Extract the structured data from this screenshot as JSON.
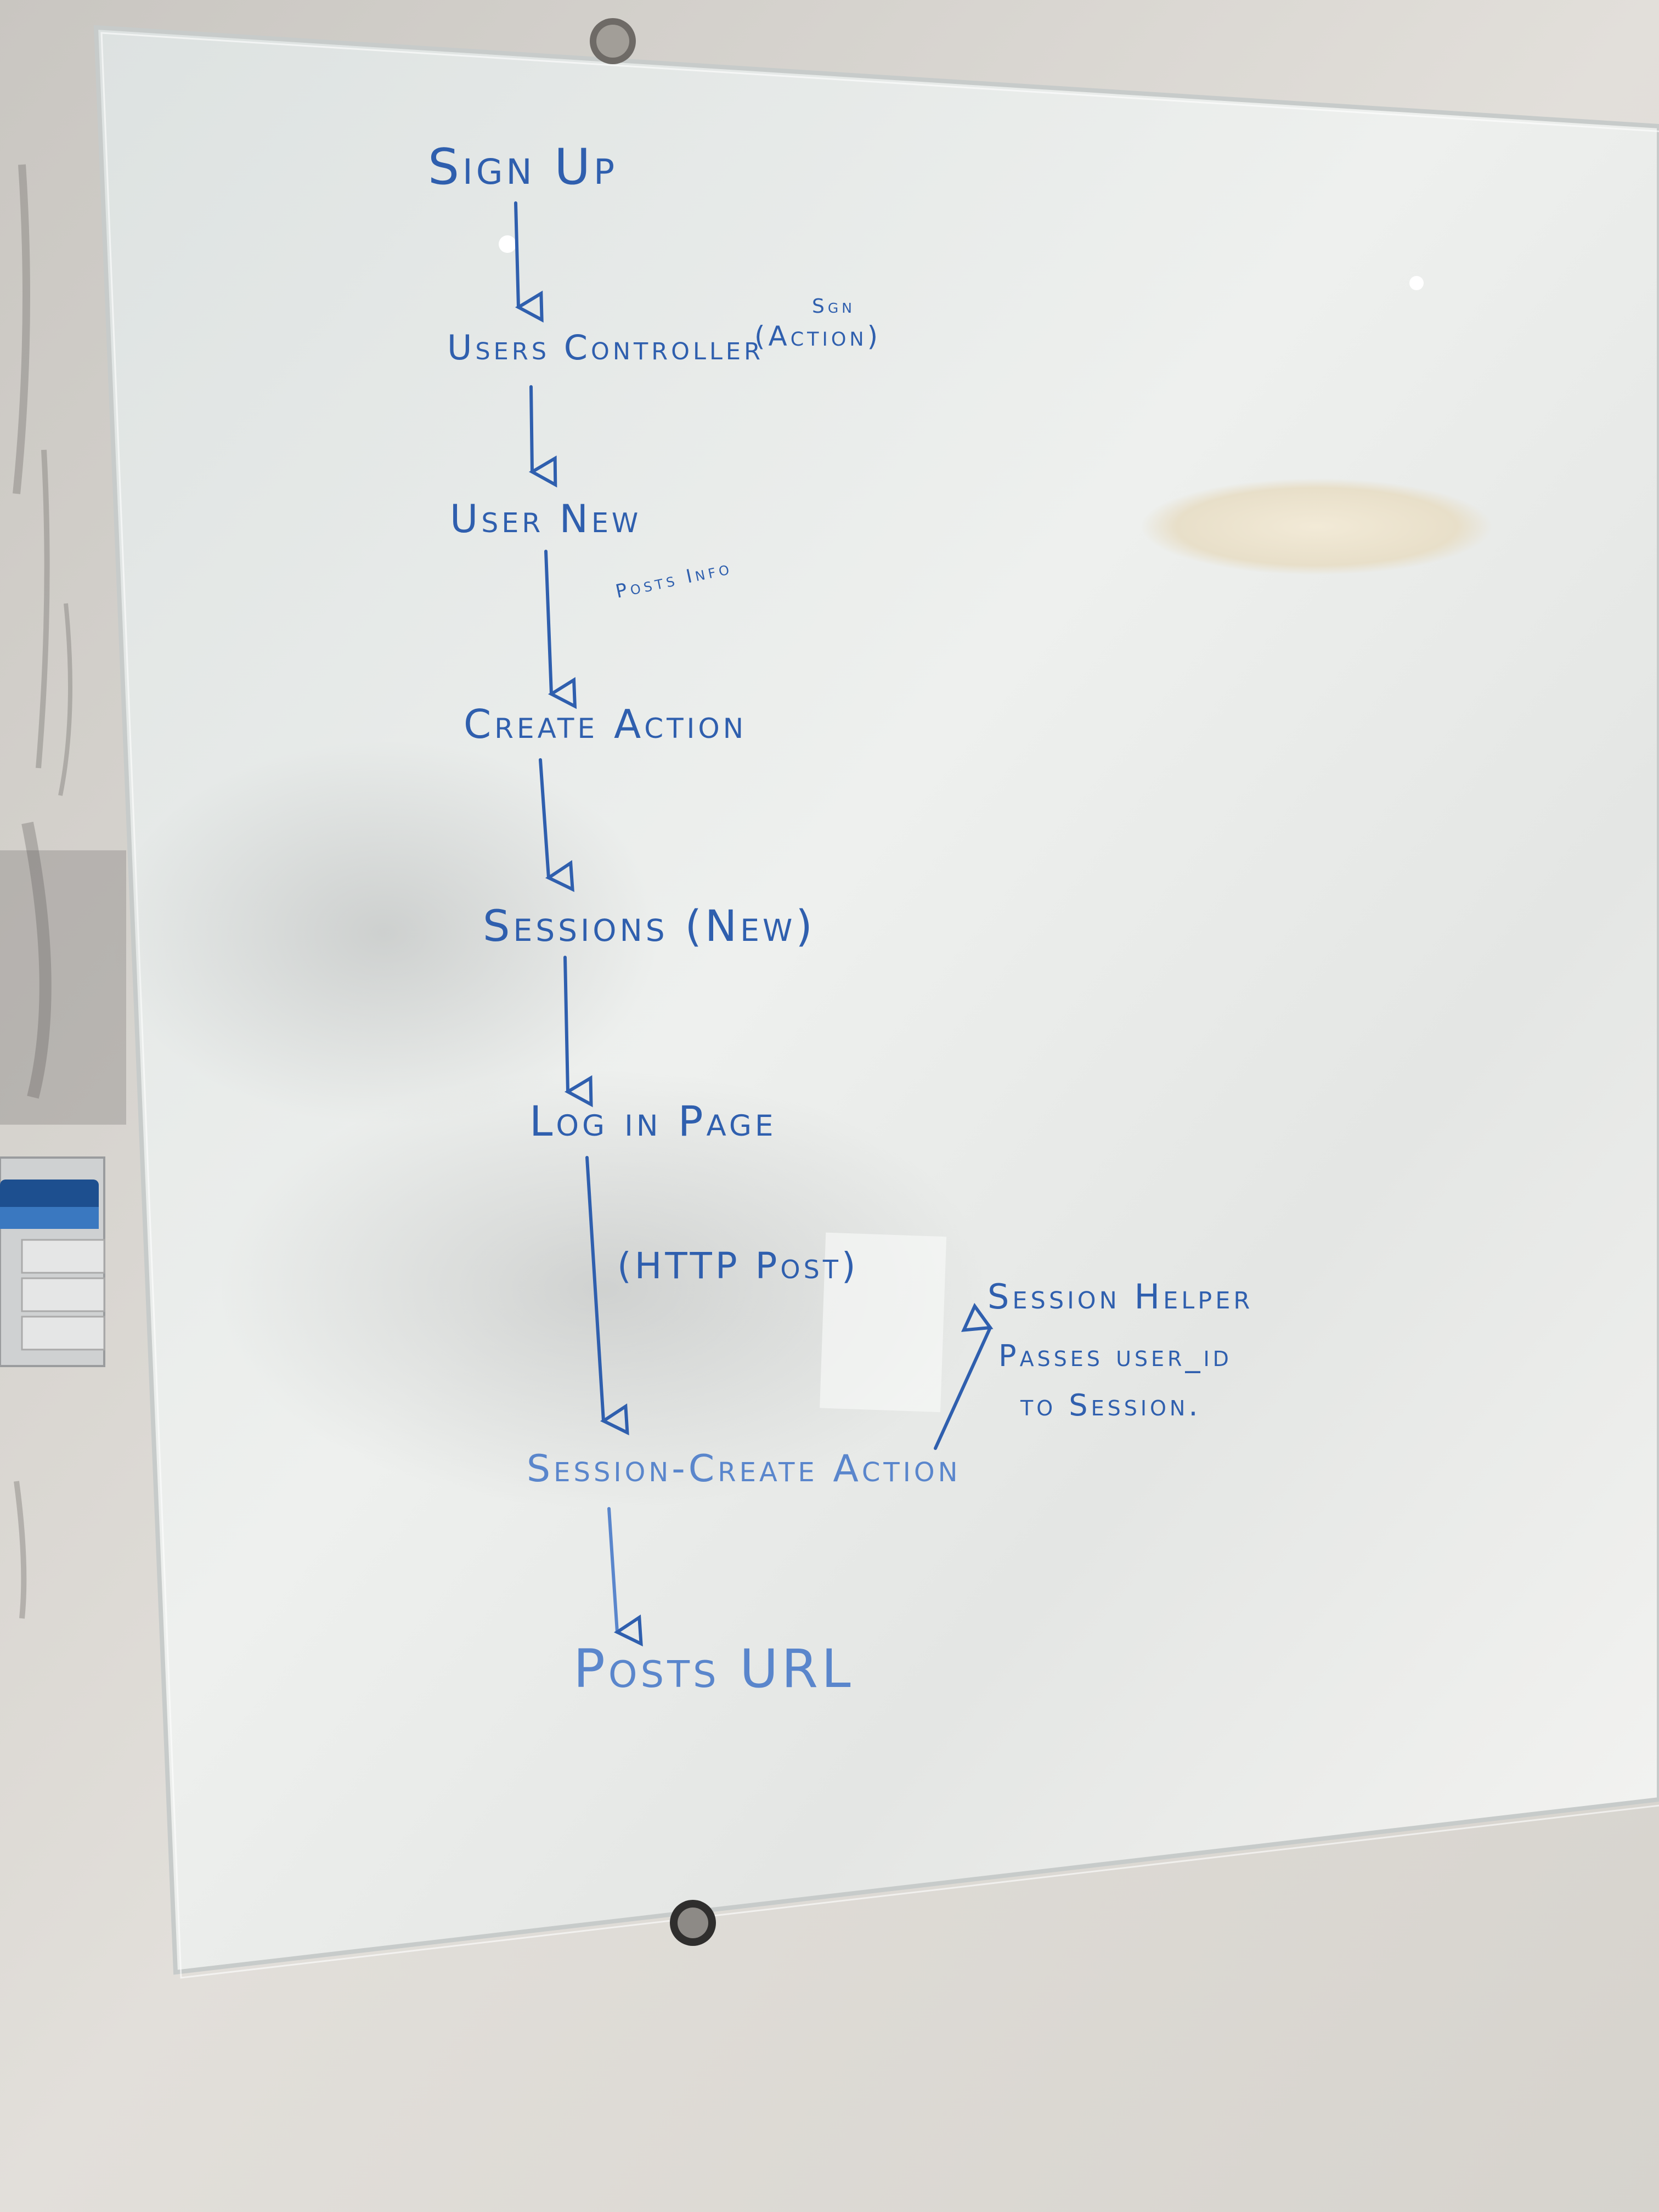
{
  "colors": {
    "marker": "#2f5fae",
    "marker_faint": "#5a86cc",
    "board": "#e9ecea",
    "wall": "#dcd9d4"
  },
  "whiteboard": {
    "nodes": {
      "sign_up": "Sign Up",
      "users_controller": "Users Controller",
      "users_controller_note": "(Action)",
      "users_controller_note_top": "Sgn",
      "user_new": "User New",
      "posts_info": "Posts Info",
      "create_action": "Create Action",
      "sessions_new": "Sessions (New)",
      "log_in_page": "Log in Page",
      "http_post": "(HTTP Post)",
      "session_create_action": "Session-Create Action",
      "posts_url": "Posts URL",
      "session_helper_title": "Session Helper",
      "session_helper_line2": "Passes user_id",
      "session_helper_line3": "to Session."
    }
  }
}
